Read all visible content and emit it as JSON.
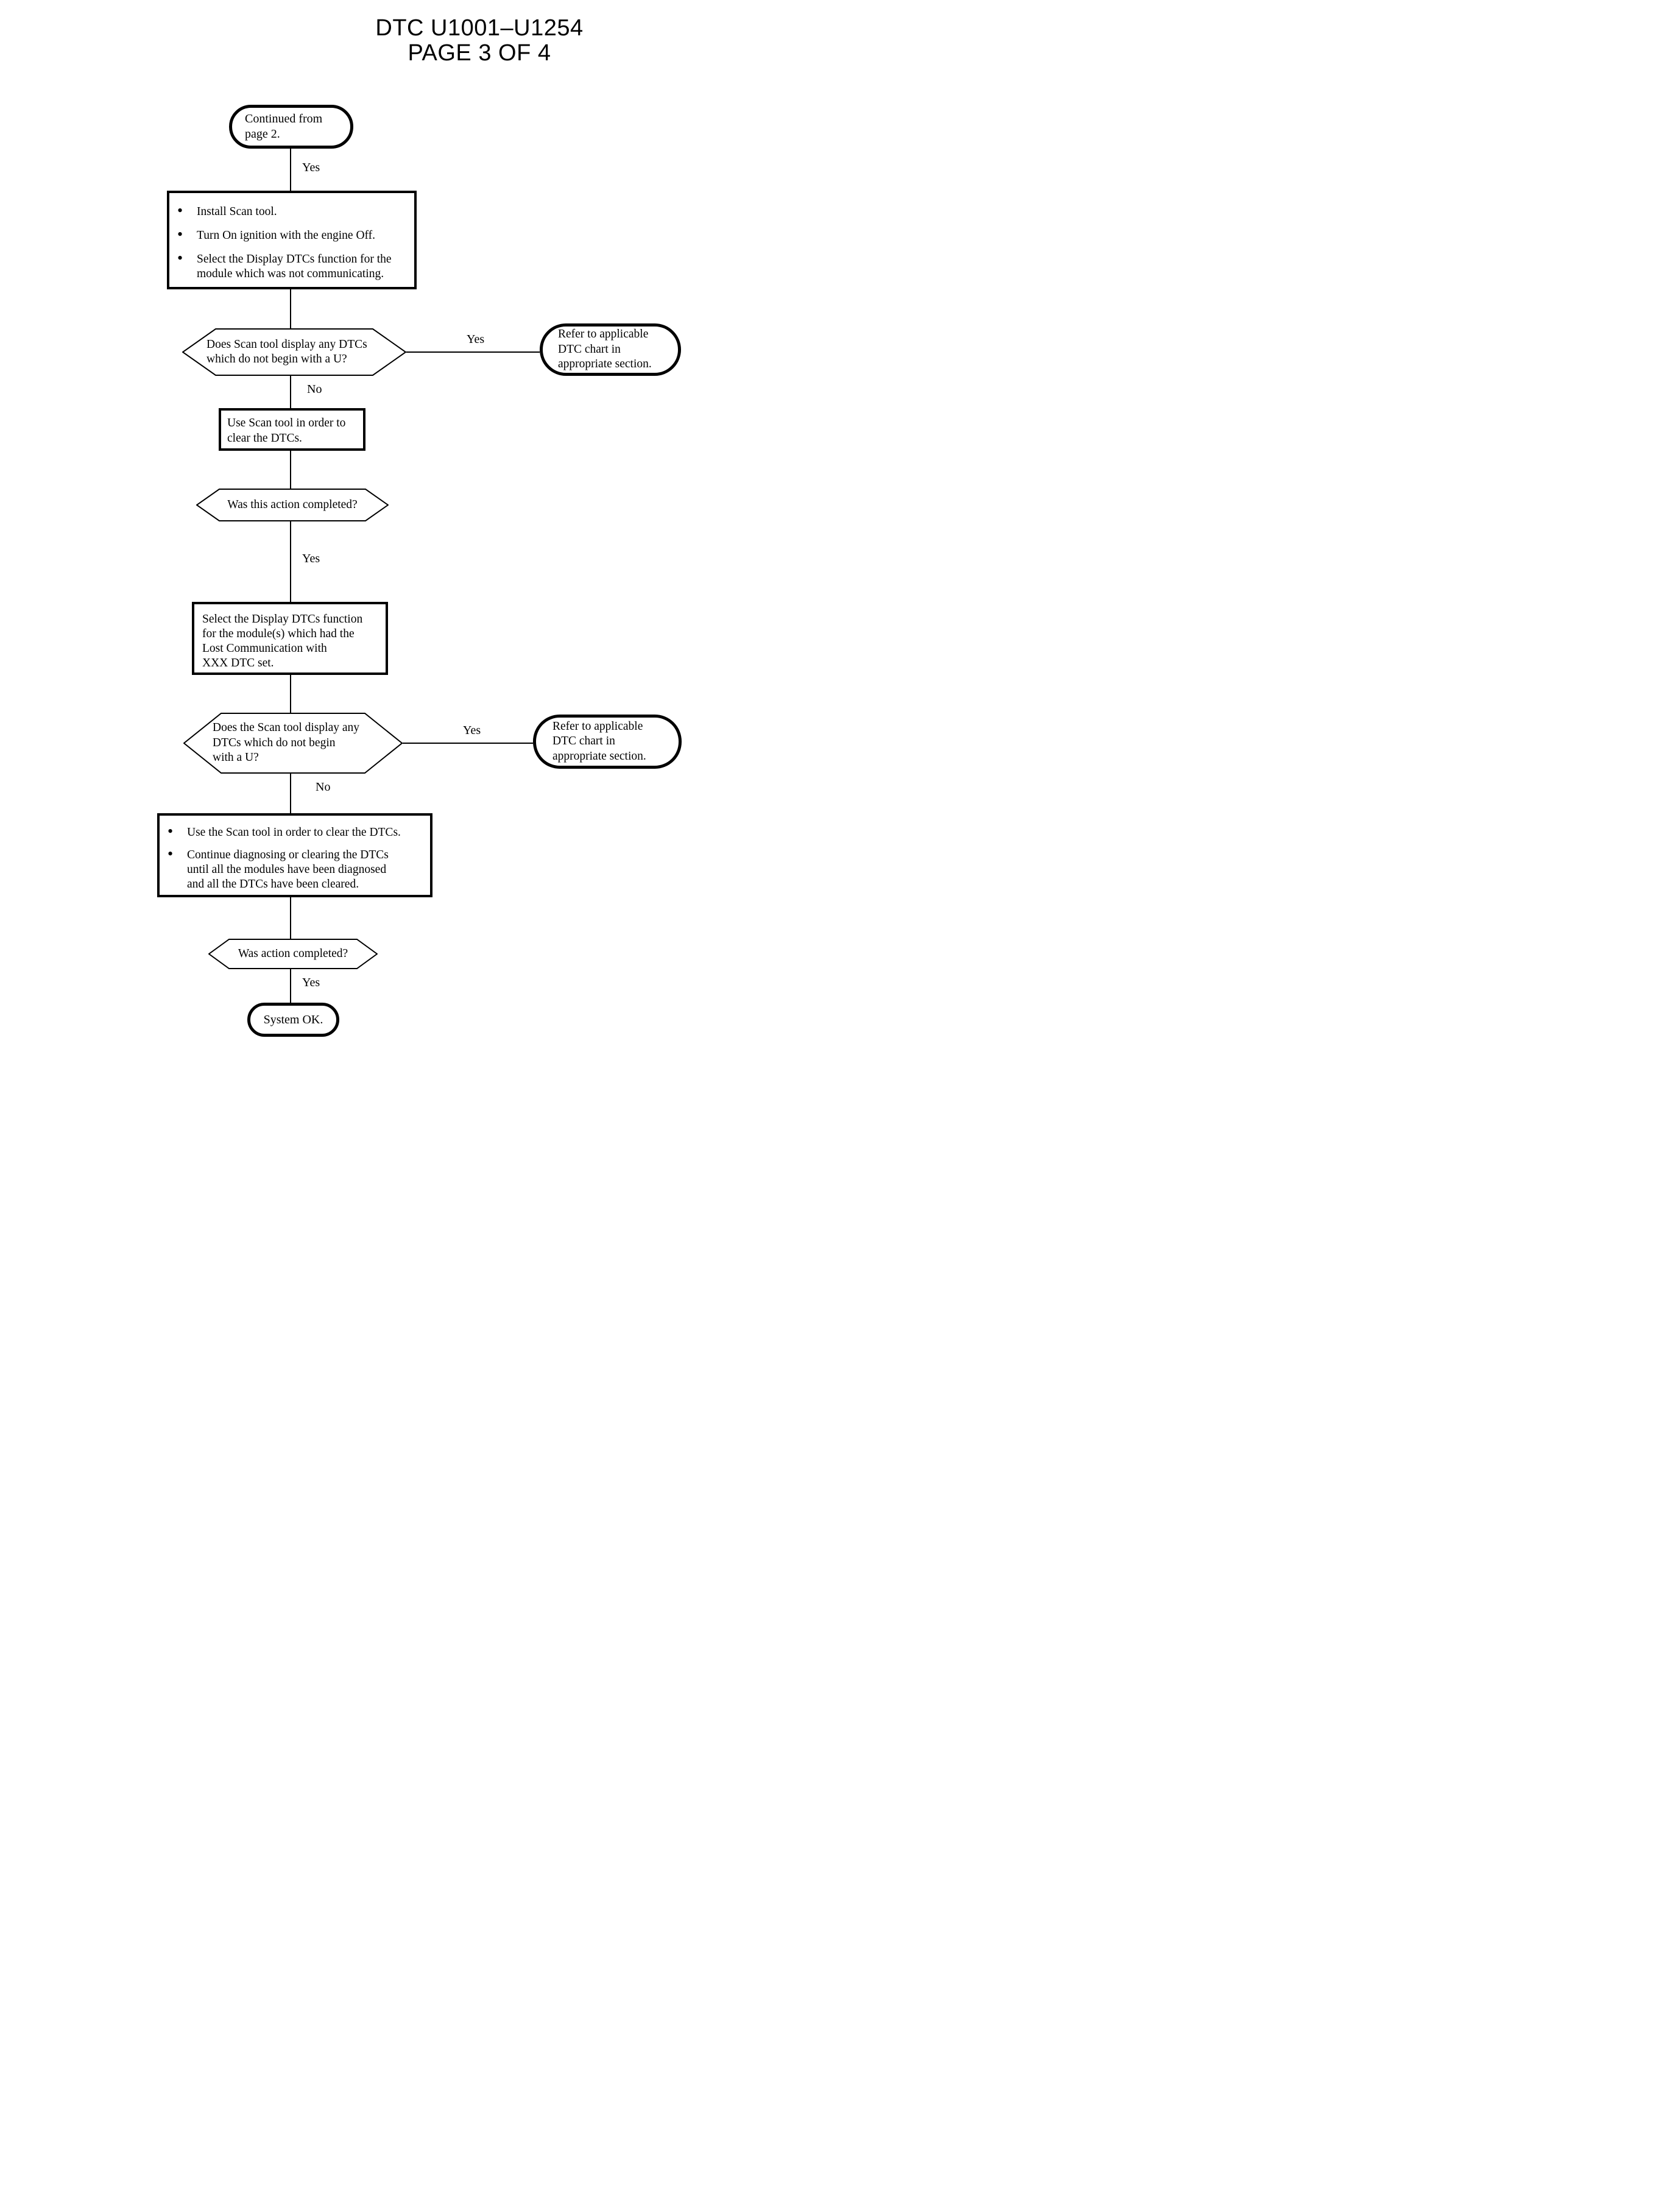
{
  "header": {
    "title_line1": "DTC U1001–U1254",
    "title_line2": "PAGE 3 OF 4"
  },
  "flowchart": {
    "nodes": [
      {
        "id": "continued-from-page-2",
        "type": "terminator",
        "text": "Continued from\npage 2."
      },
      {
        "id": "install-scan-tool",
        "type": "process-bullets",
        "items": [
          "Install Scan tool.",
          "Turn On ignition with the engine Off.",
          "Select the Display DTCs function for the\nmodule which was not communicating."
        ]
      },
      {
        "id": "scan-tool-displays-non-u-dtcs-1",
        "type": "decision",
        "text": "Does Scan tool display any DTCs\nwhich do not begin with a U?"
      },
      {
        "id": "refer-dtc-chart-1",
        "type": "terminator",
        "text": "Refer to applicable\nDTC chart in\nappropriate section."
      },
      {
        "id": "clear-dtcs",
        "type": "process",
        "text": "Use Scan tool in order to\nclear the DTCs."
      },
      {
        "id": "action-completed-1",
        "type": "decision",
        "text": "Was this action completed?"
      },
      {
        "id": "select-display-dtcs",
        "type": "process",
        "text": "Select the Display DTCs function\nfor the module(s) which had the\nLost Communication with\nXXX DTC set."
      },
      {
        "id": "scan-tool-displays-non-u-dtcs-2",
        "type": "decision",
        "text": "Does the Scan tool display any\nDTCs which do not begin\nwith a U?"
      },
      {
        "id": "refer-dtc-chart-2",
        "type": "terminator",
        "text": "Refer to applicable\nDTC chart in\nappropriate section."
      },
      {
        "id": "clear-all-dtcs",
        "type": "process-bullets",
        "items": [
          "Use the Scan tool in order to clear the DTCs.",
          "Continue diagnosing or clearing the DTCs\nuntil all the modules have been diagnosed\nand all the DTCs have been cleared."
        ]
      },
      {
        "id": "action-completed-2",
        "type": "decision",
        "text": "Was action completed?"
      },
      {
        "id": "system-ok",
        "type": "terminator",
        "text": "System OK."
      }
    ],
    "edge_labels": [
      {
        "text": "Yes"
      },
      {
        "text": "Yes"
      },
      {
        "text": "No"
      },
      {
        "text": "Yes"
      },
      {
        "text": "Yes"
      },
      {
        "text": "No"
      },
      {
        "text": "Yes"
      }
    ],
    "colors": {
      "ink": "#000000",
      "paper": "#ffffff"
    }
  }
}
